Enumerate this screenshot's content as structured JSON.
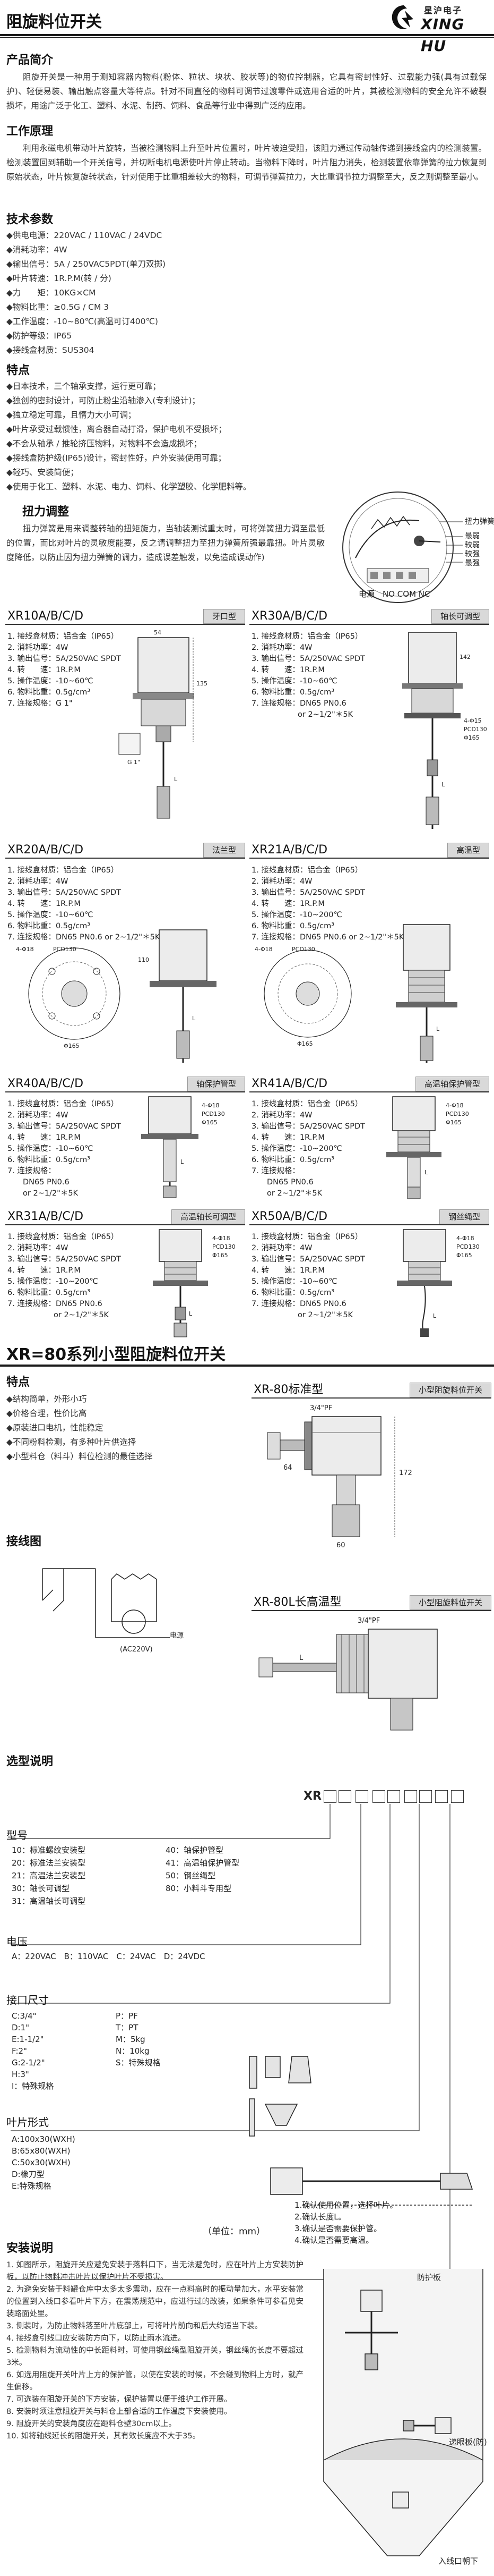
{
  "header": {
    "title": "阻旋料位开关",
    "logo_cn": "星沪电子",
    "logo_en": "XING HU"
  },
  "intro": {
    "title": "产品简介",
    "text": "阻旋开关是一种用于测知容器内物料(粉体、粒状、块状、胶状等)的物位控制器，它具有密封性好、过载能力强(具有过载保护)、轻便易装、输出触点容量大等特点。针对不同直径的物料可调节过渡零件或选用合适的叶片，其被检测物料的安全允许不破裂损坏，用途广泛于化工、塑料、水泥、制药、饲料、食品等行业中得到广泛的应用。"
  },
  "principle": {
    "title": "工作原理",
    "text": "利用永磁电机带动叶片旋转，当被检测物料上升至叶片位置时，叶片被迫受阻，该阻力通过传动轴传递到接线盒内的检测装置。检测装置回到辅助一个开关信号，并切断电机电源使叶片停止转动。当物料下降时，叶片阻力消失，检测装置依靠弹簧的拉力恢复到原始状态，叶片恢复旋转状态，针对使用于比重相差较大的物料，可调节弹簧拉力，大比重调节拉力调整至大，反之则调整至最小。"
  },
  "tech": {
    "title": "技术参数",
    "items": [
      "◆供电电源：220VAC / 110VAC / 24VDC",
      "◆消耗功率：4W",
      "◆输出信号：5A / 250VAC5PDT(单刀双掷)",
      "◆叶片转速：1R.P.M(转 / 分)",
      "◆力　　矩：10KG×CM",
      "◆物料比重：≥0.5G / CM 3",
      "◆工作温度：-10~80℃(高温可订400℃)",
      "◆防护等级：IP65",
      "◆接线盒材质：SUS304"
    ]
  },
  "features": {
    "title": "特点",
    "items": [
      "◆日本技术，三个轴承支撑，运行更可靠；",
      "◆独创的密封设计，可防止粉尘沿轴渗入(专利设计)；",
      "◆独立稳定可靠，且惰力大小可调；",
      "◆叶片承受过载惯性，离合器自动打滑，保护电机不受损坏；",
      "◆不会从轴承 / 推轮挤压物料，对物料不会造成损坏；",
      "◆接线盒防护级(IP65)设计，密封性好，户外安装使用可靠；",
      "◆轻巧、安装简便；",
      "◆使用于化工、塑料、水泥、电力、饲料、化学塑胶、化学肥料等。"
    ]
  },
  "torque": {
    "title": "扭力调整",
    "text": "扭力弹簧是用来调整转轴的扭矩旋力，当轴装测试重太时，可将弹簧扭力调至最低的位置，而比对叶片的灵敏度能要，反之请调整扭力至扭力弹簧所强最靠扭。叶片灵敏度降低，以防止因为扭力弹簧的调力，造成误差触发，以免造成误动作)",
    "labels": [
      "扭力弹簧",
      "最弱",
      "较弱",
      "较强",
      "最强"
    ],
    "terminals": "电源　NO COM NC"
  },
  "models": [
    {
      "name": "XR10A/B/C/D",
      "tag": "牙口型",
      "specs": [
        "1. 接线盒材质：铝合金（IP65）",
        "2. 消耗功率：4W",
        "3. 输出信号：5A/250VAC SPDT",
        "4. 转　　速：1R.P.M",
        "5. 操作温度：-10~60℃",
        "6. 物料比重：0.5g/cm³",
        "7. 连接规格：G 1\""
      ]
    },
    {
      "name": "XR30A/B/C/D",
      "tag": "轴长可调型",
      "specs": [
        "1. 接线盒材质：铝合金（IP65）",
        "2. 消耗功率：4W",
        "3. 输出信号：5A/250VAC SPDT",
        "4. 转　　速：1R.P.M",
        "5. 操作温度：-10~60℃",
        "6. 物料比重：0.5g/cm³",
        "7. 连接规格：DN65 PN0.6",
        "　　　　　　or 2~1/2\"＊5K"
      ]
    },
    {
      "name": "XR20A/B/C/D",
      "tag": "法兰型",
      "specs": [
        "1. 接线盒材质：铝合金（IP65）",
        "2. 消耗功率：4W",
        "3. 输出信号：5A/250VAC SPDT",
        "4. 转　　速：1R.P.M",
        "5. 操作温度：-10~60℃",
        "6. 物料比重：0.5g/cm³",
        "7. 连接规格：DN65 PN0.6 or 2~1/2\"＊5K"
      ]
    },
    {
      "name": "XR21A/B/C/D",
      "tag": "高温型",
      "specs": [
        "1. 接线盒材质：铝合金（IP65）",
        "2. 消耗功率：4W",
        "3. 输出信号：5A/250VAC SPDT",
        "4. 转　　速：1R.P.M",
        "5. 操作温度：-10~200℃",
        "6. 物料比重：0.5g/cm³",
        "7. 连接规格：DN65 PN0.6 or 2~1/2\"＊5K"
      ]
    },
    {
      "name": "XR40A/B/C/D",
      "tag": "轴保护管型",
      "specs": [
        "1. 接线盒材质：铝合金（IP65）",
        "2. 消耗功率：4W",
        "3. 输出信号：5A/250VAC SPDT",
        "4. 转　　速：1R.P.M",
        "5. 操作温度：-10~60℃",
        "6. 物料比重：0.5g/cm³",
        "7. 连接规格：",
        "　　DN65 PN0.6",
        "　　or 2~1/2\"＊5K"
      ]
    },
    {
      "name": "XR41A/B/C/D",
      "tag": "高温轴保护管型",
      "specs": [
        "1. 接线盒材质：铝合金（IP65）",
        "2. 消耗功率：4W",
        "3. 输出信号：5A/250VAC SPDT",
        "4. 转　　速：1R.P.M",
        "5. 操作温度：-10~200℃",
        "6. 物料比重：0.5g/cm³",
        "7. 连接规格：",
        "　　DN65 PN0.6",
        "　　or 2~1/2\"＊5K"
      ]
    },
    {
      "name": "XR31A/B/C/D",
      "tag": "高温轴长可调型",
      "specs": [
        "1. 接线盒材质：铝合金（IP65）",
        "2. 消耗功率：4W",
        "3. 输出信号：5A/250VAC SPDT",
        "4. 转　　速：1R.P.M",
        "5. 操作温度：-10~200℃",
        "6. 物料比重：0.5g/cm³",
        "7. 连接规格：DN65 PN0.6",
        "　　　　　　or 2~1/2\"＊5K"
      ]
    },
    {
      "name": "XR50A/B/C/D",
      "tag": "钢丝绳型",
      "specs": [
        "1. 接线盒材质：铝合金（IP65）",
        "2. 消耗功率：4W",
        "3. 输出信号：5A/250VAC SPDT",
        "4. 转　　速：1R.P.M",
        "5. 操作温度：-10~60℃",
        "6. 物料比重：0.5g/cm³",
        "7. 连接规格：DN65 PN0.6",
        "　　　　　　or 2~1/2\"＊5K"
      ]
    }
  ],
  "xr80": {
    "title": "XR=80系列小型阻旋料位开关",
    "features_title": "特点",
    "features": [
      "◆结构简单，外形小巧",
      "◆价格合理，性价比高",
      "◆原装进口电机，性能稳定",
      "◆不同粉料检测，有多种叶片供选择",
      "◆小型料仓（料斗）料位检测的最佳选择"
    ],
    "std_name": "XR-80标准型",
    "std_tag": "小型阻旋料位开关",
    "long_name": "XR-80L长高温型",
    "long_tag": "小型阻旋料位开关",
    "wiring_title": "接线图",
    "wiring_label": "电源",
    "wiring_voltage": "(AC220V)"
  },
  "selection": {
    "title": "选型说明",
    "prefix": "XR",
    "type_title": "型号",
    "types": [
      [
        "10：标准螺纹安装型",
        "40：轴保护管型"
      ],
      [
        "20：标准法兰安装型",
        "41：高温轴保护管型"
      ],
      [
        "21：高温法兰安装型",
        "50：钢丝绳型"
      ],
      [
        "30：轴长可调型",
        "80：小料斗专用型"
      ],
      [
        "31：高温轴长可调型",
        ""
      ]
    ],
    "power_title": "电压",
    "power": "A：220VAC　B：110VAC　C：24VAC　D：24VDC",
    "conn_title": "接口尺寸",
    "conn": [
      [
        "C:3/4\"",
        "P：PF"
      ],
      [
        "D:1\"",
        "T：PT"
      ],
      [
        "E:1-1/2\"",
        "M：5kg"
      ],
      [
        "F:2\"",
        "N：10kg"
      ],
      [
        "G:2-1/2\"",
        "S：特殊规格"
      ],
      [
        "H:3\"",
        ""
      ],
      [
        "Ⅰ：特殊规格",
        ""
      ]
    ],
    "blade_title": "叶片形式",
    "blades": [
      "A:100x30(WXH)",
      "B:65x80(WXH)",
      "C:50x30(WXH)",
      "D:橡刀型",
      "E:特殊规格"
    ],
    "notes": [
      "1.确认使用位置，选择叶片。",
      "2.确认长度L。",
      "3.确认是否需要保护管。",
      "4.确认是否需要高温。"
    ],
    "unit": "（单位：mm）"
  },
  "install": {
    "title": "安装说明",
    "items": [
      "1. 如图所示，阻旋开关应避免安装于落料口下，当无法避免时，应在叶片上方安装防护板，以防止物料冲击叶片以保护叶片不受损害。",
      "2. 为避免安装于料罐仓库中太多太多震动，应在一点料高时的振动量加大，水平安装常的位置到入线口参看叶片下方，在震荡规范中，应进行过的改装，如果条件可参看见安装路面处里。",
      "3. 侧装时，为防止物料落至叶片底部上，可将叶片前向和后大约适当下装。",
      "4. 接线盒引线口应安装防方向下，以防止雨水流进。",
      "5. 检测物料为流动性的中长距料时，可使用钢丝绳型阻旋开关，钢丝绳的长度不要超过3米。",
      "6. 如选用阻旋开关叶片上方的保护管，以使在安装的时候，不会碰到物料上方时，就产生偏移。",
      "7. 可选装在阻旋开关的下方安装，保护装置以便于维护工作开展。",
      "8. 安装时须注意阻旋开关与料仓上部合适的工作温度下安装使用。",
      "9. 阻旋开关的安装角度应在距料仓壁30cm以上。",
      "10. 如将轴线延长的阻旋开关，其有效长度应不大于35。"
    ],
    "labels": [
      "防护板",
      "递眼板(防)",
      "入线口朝下"
    ]
  },
  "dims": {
    "m1": [
      "54",
      "135",
      "G 1\"",
      "L"
    ],
    "m2": [
      "4-Φ15",
      "PCD130",
      "Φ165",
      "142",
      "L"
    ],
    "m3": [
      "4-Φ18",
      "PCD130",
      "Φ165",
      "110",
      "L"
    ],
    "m4": [
      "4-Φ18",
      "PCD130",
      "Φ165",
      "L"
    ],
    "m5": [
      "4-Φ18",
      "PCD130",
      "Φ165",
      "L"
    ],
    "m6": [
      "4-Φ18",
      "PCD130",
      "Φ165",
      "L"
    ],
    "m7": [
      "4-Φ18",
      "PCD130",
      "Φ165",
      "L"
    ],
    "m8": [
      "4-Φ18",
      "PCD130",
      "Φ165",
      "L"
    ],
    "std": [
      "3/4\"PF",
      "172",
      "60",
      "64"
    ],
    "long": [
      "3/4\"PF",
      "L"
    ]
  }
}
